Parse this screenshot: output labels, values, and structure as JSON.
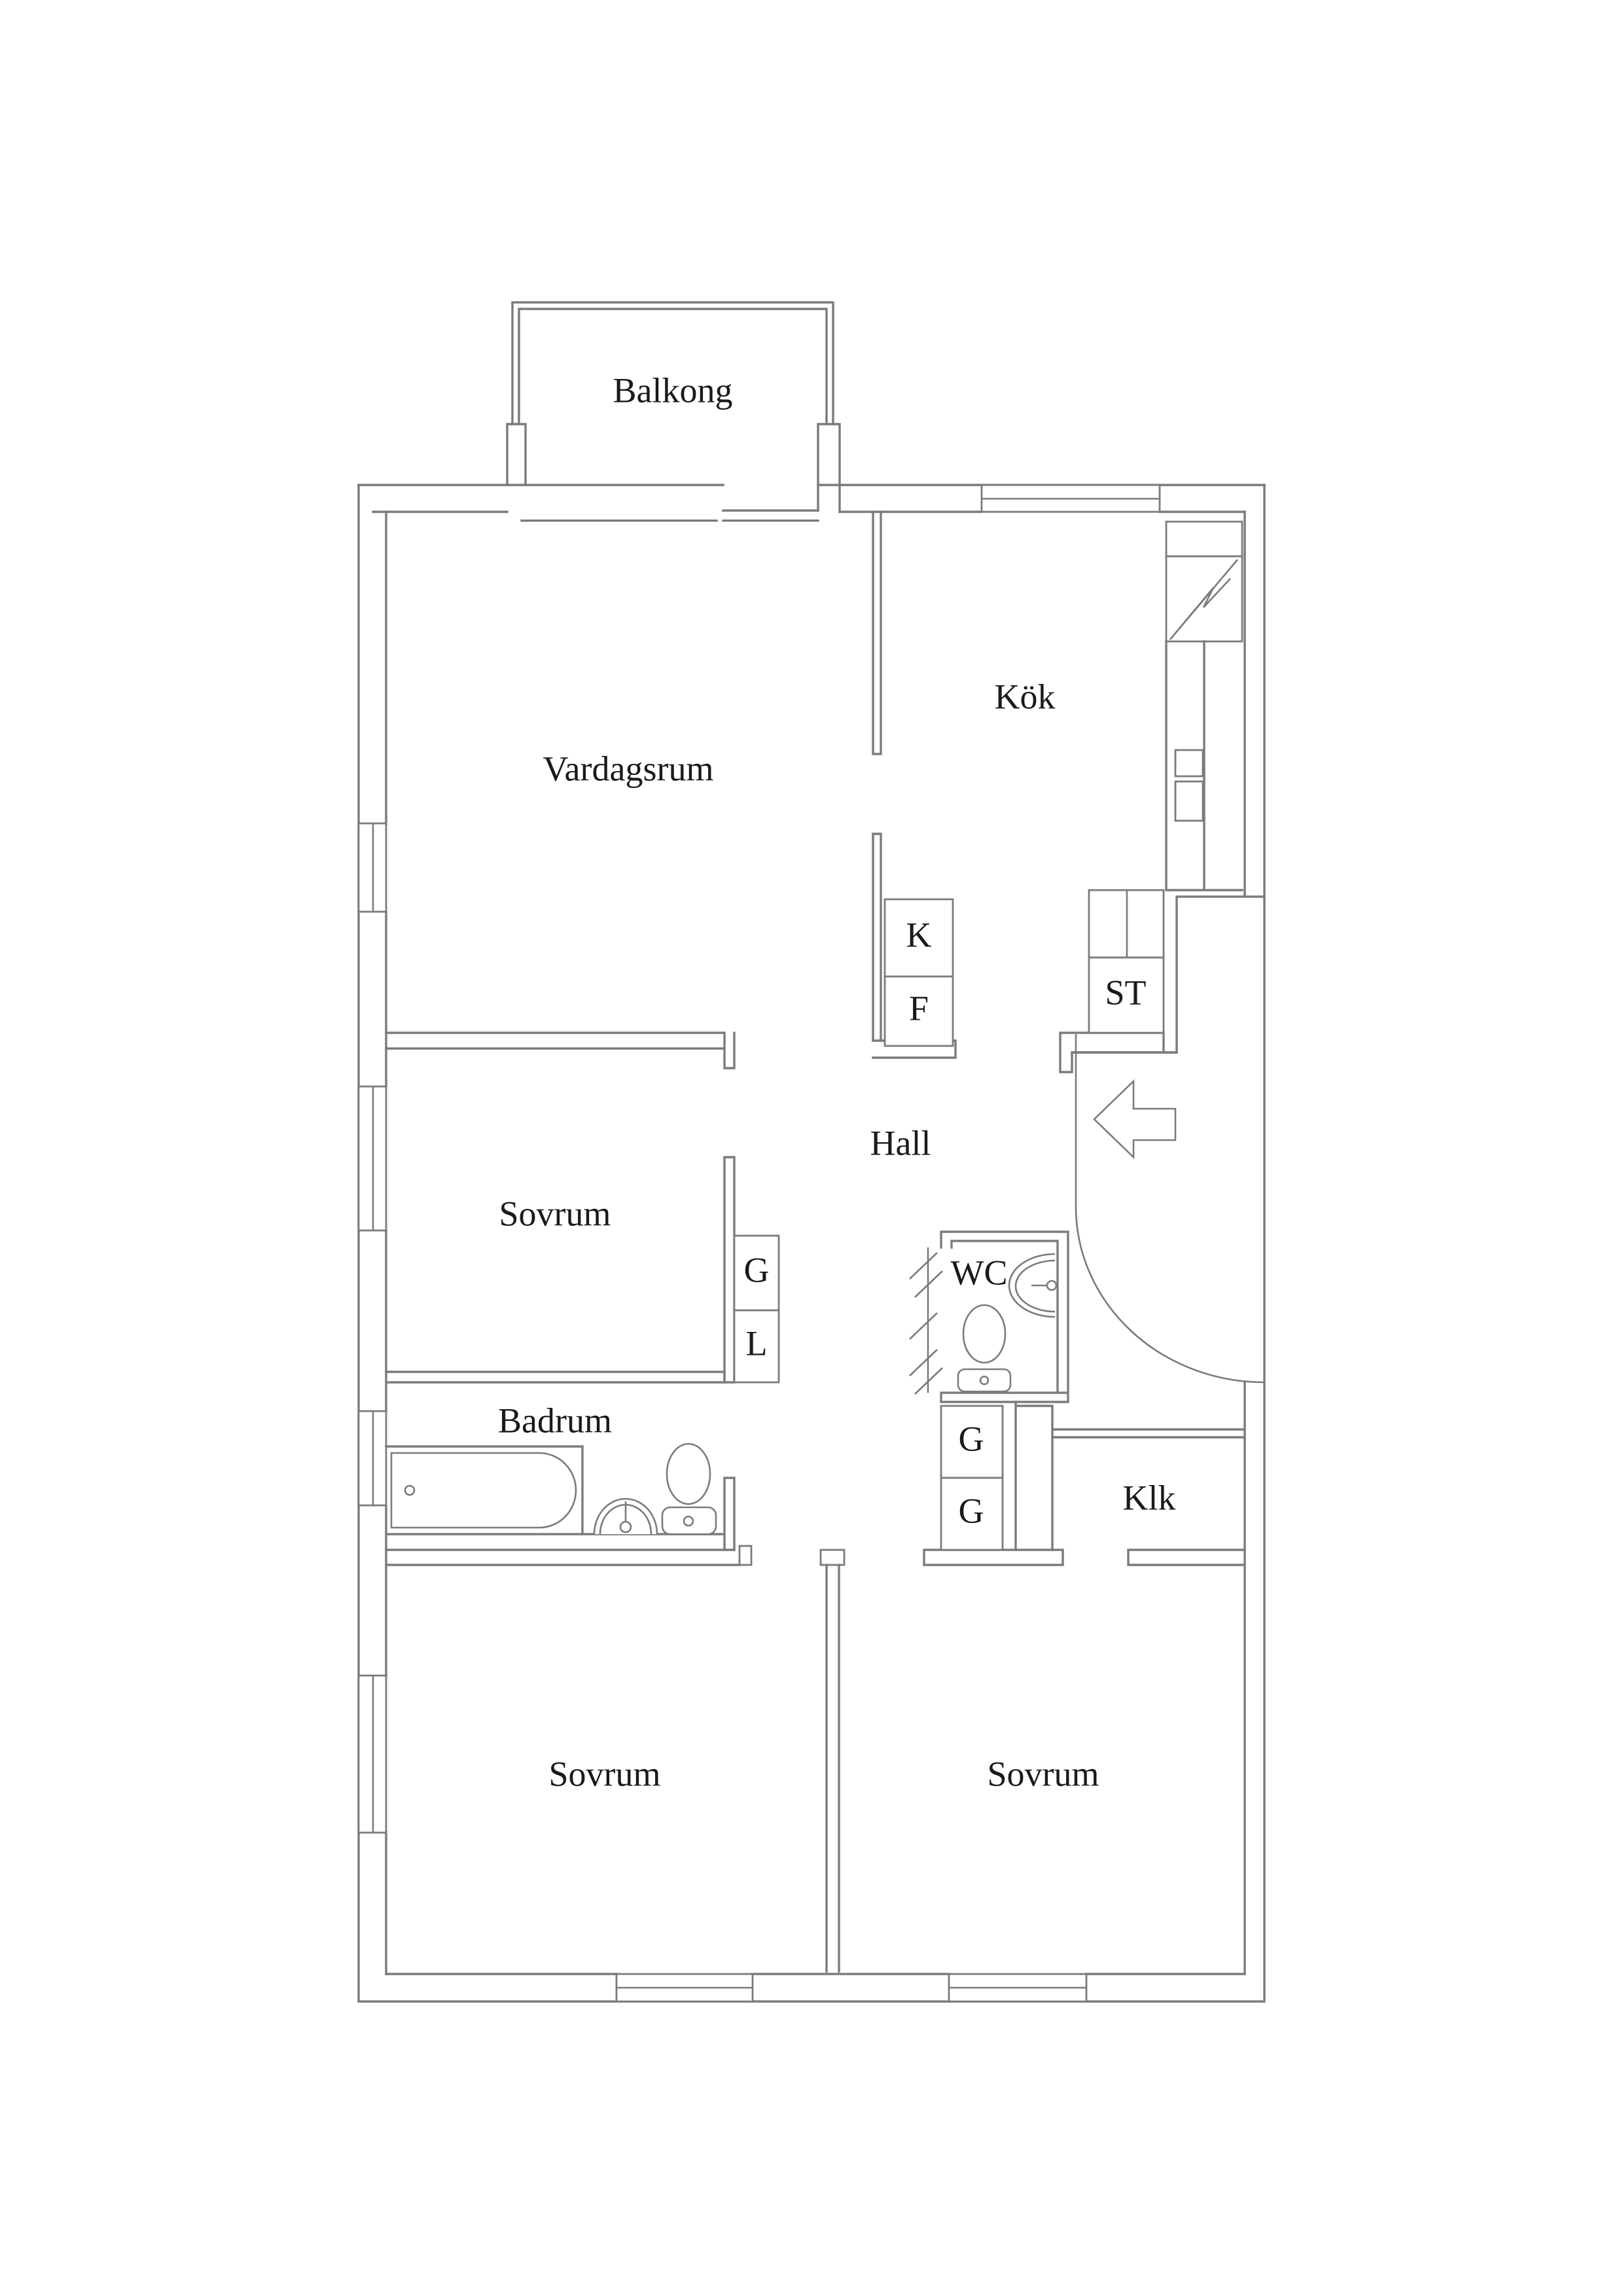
{
  "document": {
    "type": "floor-plan",
    "language": "sv",
    "background": "#ffffff"
  },
  "colors": {
    "wall_line": "#7b7b7b",
    "label_text": "#1a1a1a"
  },
  "labels": {
    "balkong": "Balkong",
    "vardagsrum": "Vardagsrum",
    "kok": "Kök",
    "hall": "Hall",
    "sovrum_mid": "Sovrum",
    "sovrum_bottom_left": "Sovrum",
    "sovrum_bottom_right": "Sovrum",
    "badrum": "Badrum",
    "wc": "WC",
    "klk": "Klk",
    "st": "ST",
    "kyl": "K",
    "frys": "F",
    "garderob_hall": "G",
    "linneskap_hall": "L",
    "garderob_korridor_1": "G",
    "garderob_korridor_2": "G"
  },
  "icons": {
    "entrance_arrow": "left-arrow",
    "stove": "lightning-bolt",
    "fixtures": [
      "bathtub",
      "washbasin",
      "toilet",
      "wc-washbasin",
      "wc-toilet",
      "folding-door",
      "door-swing-arc"
    ]
  }
}
